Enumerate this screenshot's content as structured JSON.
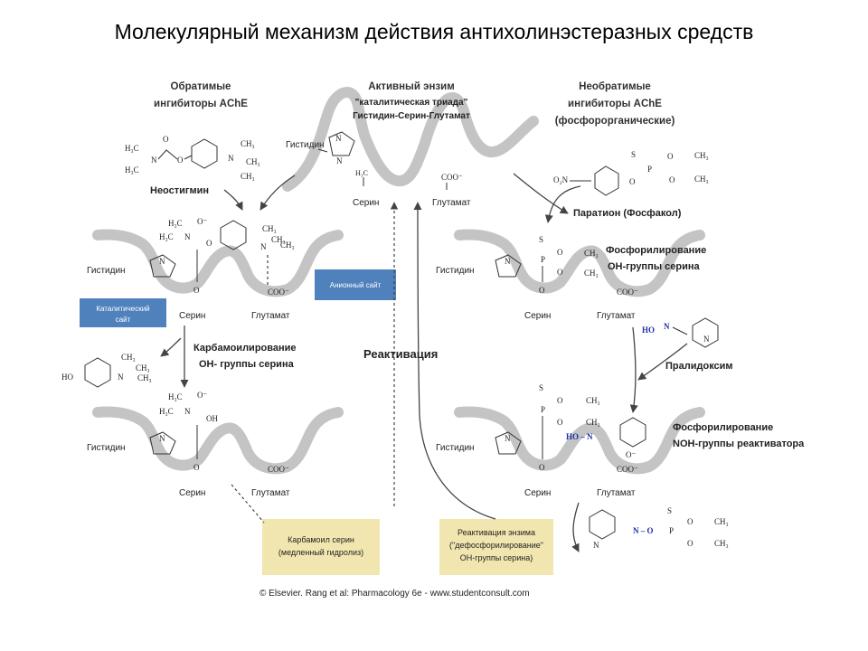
{
  "slide": {
    "title": "Молекулярный механизм действия антихолинэстеразных средств"
  },
  "headers": {
    "reversible": [
      "Обратимые",
      "ингибиторы AChE"
    ],
    "active_enzyme": [
      "Активный энзим",
      "\"каталитическая триада\"",
      "Гистидин-Серин-Глутамат"
    ],
    "irreversible": [
      "Необратимые",
      "ингибиторы AChE",
      "(фосфорорганические)"
    ]
  },
  "labels": {
    "neostigmine": "Неостигмин",
    "parathion": "Паратион (Фосфакол)",
    "histidine": "Гистидин",
    "serine": "Серин",
    "glutamate": "Глутамат",
    "carbamoylation": [
      "Карбамоилирование",
      "OH- группы серина"
    ],
    "phosphorylation_serine": [
      "Фосфорилирование",
      "OH-группы серина"
    ],
    "pralidoxime": "Пралидоксим",
    "phosphorylation_reactivator": [
      "Фосфорилирование",
      "NOH-группы реактиватора"
    ],
    "reactivation": "Реактивация",
    "catalytic_site": [
      "Каталитический",
      "сайт"
    ],
    "anionic_site": "Анионный сайт",
    "carbamoyl_serine_box": [
      "Карбамоил серин",
      "(медленный гидролиз)"
    ],
    "reactivation_box": [
      "Реактивация энзима",
      "(\"дефосфорилирование\"",
      "OH-группы серина)"
    ],
    "credit": "© Elsevier. Rang et al: Pharmacology 6e - www.studentconsult.com"
  },
  "chem": {
    "h3c": "H₃C",
    "ch3": "CH₃",
    "ch2": "CH₂",
    "n": "N",
    "n_plus": "N",
    "o": "O",
    "o_minus": "O⁻",
    "s": "S",
    "p": "P",
    "ho": "HO",
    "oh": "OH",
    "o2n": "O₂N",
    "coo": "COO⁻",
    "hon": "HO",
    "ho_n": "HO – N",
    "n_o": "N – O",
    "plus": "⊕"
  },
  "colors": {
    "blob": "#c4c4c4",
    "catalytic_box": "#4f81bd",
    "anionic_box": "#4f81bd",
    "note_box": "#f2e6b0",
    "oxime_blue": "#1a2ea8"
  }
}
